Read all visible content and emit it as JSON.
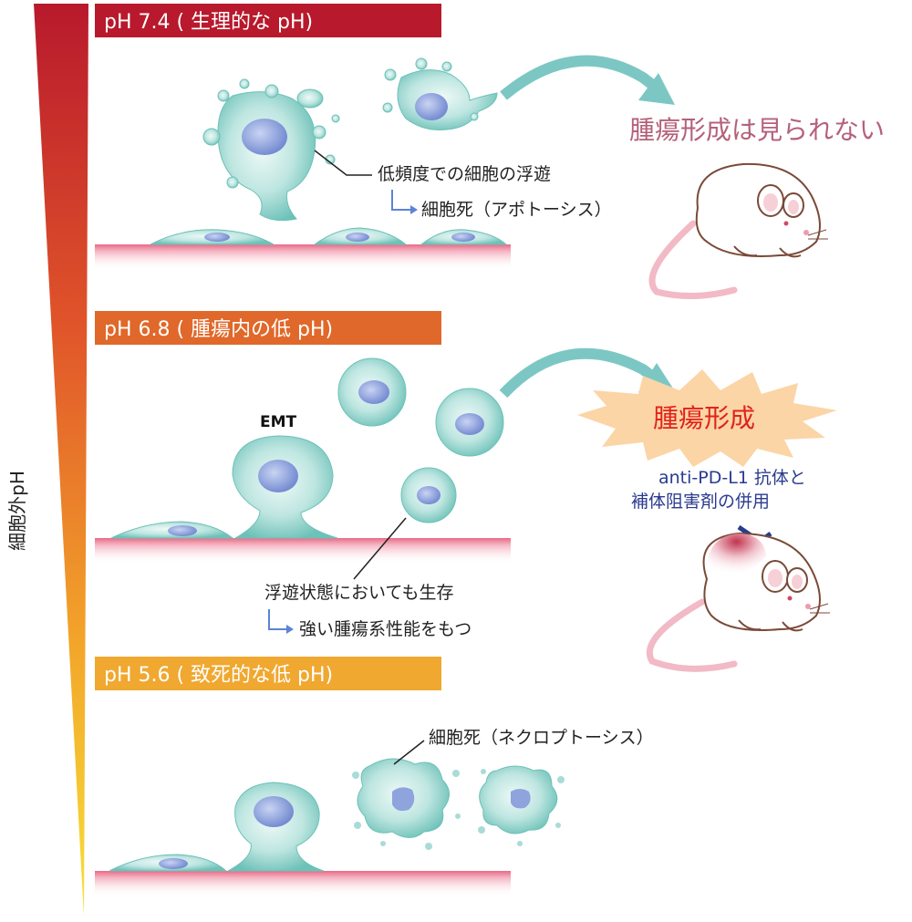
{
  "axis": {
    "label": "細胞外pH"
  },
  "sections": [
    {
      "id": "ph74",
      "header": "pH 7.4 ( 生理的な pH)",
      "color": "#b8192c",
      "callout_line1": "低頻度での細胞の浮遊",
      "callout_line2": "細胞死（アポトーシス）",
      "outcome": "腫瘍形成は見られない"
    },
    {
      "id": "ph68",
      "header": "pH 6.8 ( 腫瘍内の低 pH)",
      "color": "#e0682a",
      "emt_label": "EMT",
      "callout_line1": "浮遊状態においても生存",
      "callout_line2": "強い腫瘍系性能をもつ",
      "outcome": "腫瘍形成",
      "treatment_line1": "anti-PD-L1 抗体と",
      "treatment_line2": "補体阻害剤の併用"
    },
    {
      "id": "ph56",
      "header": "pH 5.6 ( 致死的な低 pH)",
      "color": "#f0a830",
      "callout_line1": "細胞死（ネクロプトーシス）"
    }
  ],
  "colors": {
    "cell_fill": "#a9dcd6",
    "cell_edge": "#6cc1b8",
    "nucleus": "#7f95d6",
    "arrow": "#7cc7c4",
    "burst": "#fbd5a6",
    "tumor_text": "#e0231c",
    "no_tumor_text": "#b5607a",
    "treatment_text": "#2a3b8f",
    "substrate": "#f2a5b5"
  }
}
